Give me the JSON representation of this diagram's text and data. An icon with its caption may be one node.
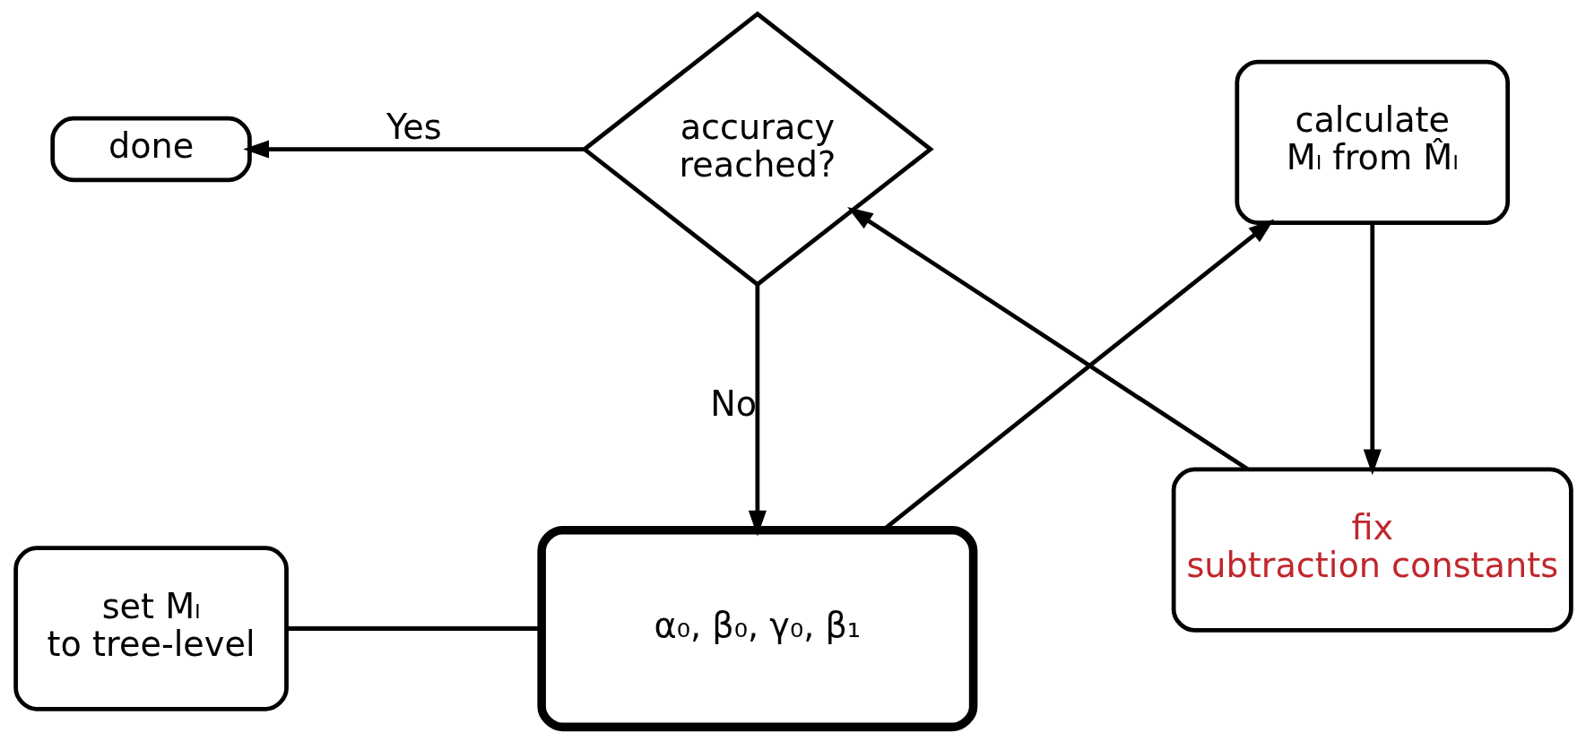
{
  "diagram": {
    "nodes": [
      {
        "text": [
          "set Mₗ to tree-level"
        ]
      },
      {
        "text": [
          "α₀, β₀, γ₀, β₁"
        ]
      },
      {
        "text": [
          "calculate Mₗ from M̂ₗ"
        ]
      },
      {
        "text": [
          "fix subtraction constants"
        ]
      },
      {
        "text": [
          "accuracy reached?"
        ]
      },
      {
        "text": [
          "done"
        ]
      }
    ],
    "edges": [
      {
        "from": 0,
        "to": 1,
        "arrow": "none"
      },
      {
        "from": 1,
        "to": 2,
        "arrow": "to"
      },
      {
        "from": 2,
        "to": 3,
        "arrow": "to"
      },
      {
        "from": 3,
        "to": 4,
        "arrow": "to"
      },
      {
        "from": 4,
        "to": 1,
        "arrow": "to",
        "label": "No"
      },
      {
        "from": 4,
        "to": 5,
        "arrow": "to",
        "label": "Yes"
      }
    ]
  }
}
